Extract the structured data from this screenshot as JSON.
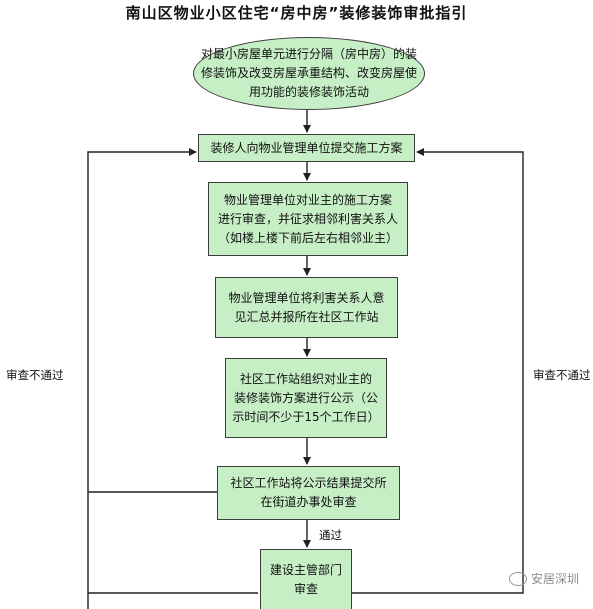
{
  "title": "南山区物业小区住宅“房中房”装修装饰审批指引",
  "nodes": {
    "start": [
      "对最小房屋单元进行分隔（房中房）的装",
      "修装饰及改变房屋承重结构、改变房屋使",
      "用功能的装修装饰活动"
    ],
    "submit_plan": [
      "装修人向物业管理单位提交施工方案"
    ],
    "review": [
      "物业管理单位对业主的施工方案",
      "进行审查，并征求相邻利害关系人",
      "（如楼上楼下前后左右相邻业主）"
    ],
    "collect": [
      "物业管理单位将利害关系人意",
      "见汇总并报所在社区工作站"
    ],
    "publicize": [
      "社区工作站组织对业主的",
      "装修装饰方案进行公示（公",
      "示时间不少于15个工作日）"
    ],
    "report_result": [
      "社区工作站将公示结果提交所",
      "在街道办事处审查"
    ],
    "authority": [
      "建设主管部门",
      "审查"
    ]
  },
  "labels": {
    "reject_left": "审查不通过",
    "reject_right": "审查不通过",
    "pass": "通过"
  },
  "watermark": "安居深圳"
}
